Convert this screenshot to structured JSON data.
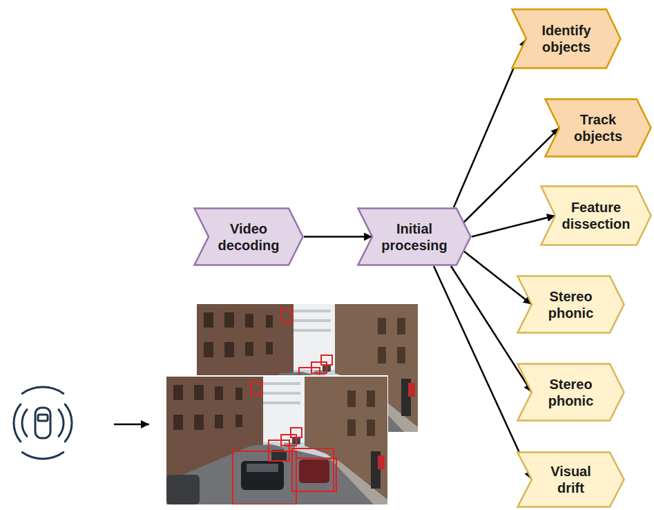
{
  "diagram": {
    "nodes": [
      {
        "text": [
          "Video decoding"
        ]
      },
      {
        "text": [
          "Initial procesing"
        ]
      },
      {
        "text": [
          "Identify objects"
        ]
      },
      {
        "text": [
          "Track objects"
        ]
      },
      {
        "text": [
          "Feature dissection"
        ]
      },
      {
        "text": [
          "Stereo phonic"
        ]
      },
      {
        "text": [
          "Stereo phonic"
        ]
      },
      {
        "text": [
          "Visual drift"
        ]
      }
    ],
    "edges": [
      {
        "from": 0,
        "to": 1,
        "arrow": "to"
      },
      {
        "from": 1,
        "to": 2,
        "arrow": "to"
      },
      {
        "from": 1,
        "to": 3,
        "arrow": "to"
      },
      {
        "from": 1,
        "to": 4,
        "arrow": "to"
      },
      {
        "from": 1,
        "to": 5,
        "arrow": "to"
      },
      {
        "from": 1,
        "to": 6,
        "arrow": "to"
      },
      {
        "from": 1,
        "to": 7,
        "arrow": "to"
      }
    ]
  }
}
